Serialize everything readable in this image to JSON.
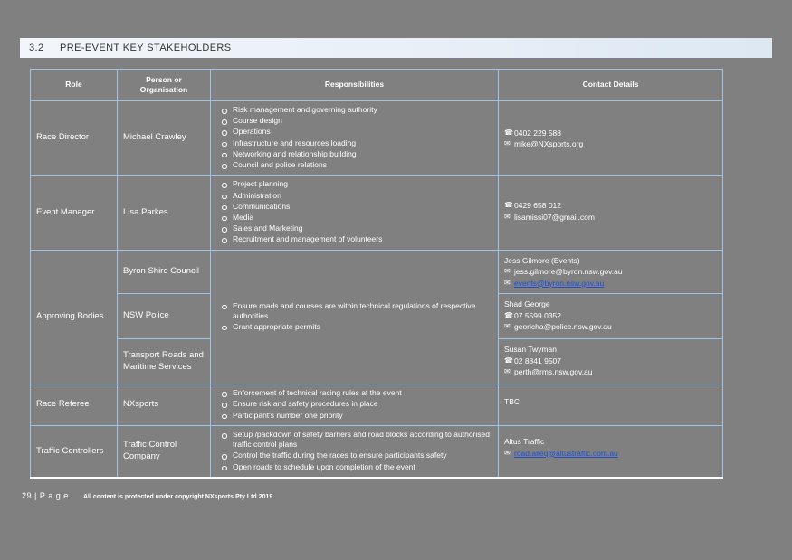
{
  "heading": {
    "number": "3.2",
    "title": "PRE-EVENT KEY STAKEHOLDERS"
  },
  "table": {
    "headers": [
      "Role",
      "Person or Organisation",
      "Responsibilities",
      "Contact Details"
    ],
    "rows": [
      {
        "role": "Race Director",
        "person": "Michael Crawley",
        "responsibilities": [
          "Risk management and governing authority",
          "Course design",
          "Operations",
          "Infrastructure and resources loading",
          "Networking and relationship building",
          "Council and police relations"
        ],
        "contact": {
          "name": "",
          "phone": "0402 229 588",
          "email": "mike@NXsports.org"
        }
      },
      {
        "role": "Event Manager",
        "person": "Lisa Parkes",
        "responsibilities": [
          "Project planning",
          "Administration",
          "Communications",
          "Media",
          "Sales and Marketing",
          "Recruitment and management of volunteers"
        ],
        "contact": {
          "name": "",
          "phone": "0429 658 012",
          "email": "lisamissi07@gmail.com"
        }
      },
      {
        "role": "Approving Bodies",
        "responsibilities": [
          "Ensure roads and courses are within technical regulations of respective authorities",
          "Grant appropriate permits"
        ],
        "subrows": [
          {
            "person": "Byron Shire Council",
            "contact": {
              "name": "Jess Gilmore (Events)",
              "email": "jess.gilmore@byron.nsw.gov.au",
              "email2": "events@byron.nsw.gov.au"
            }
          },
          {
            "person": "NSW Police",
            "contact": {
              "name": "Shad George",
              "phone": "07 5599 0352",
              "email": "georicha@police.nsw.gov.au"
            }
          },
          {
            "person": "Transport Roads and Maritime Services",
            "contact": {
              "name": "Susan Twyman",
              "phone": "02 8841 9507",
              "email": "perth@rms.nsw.gov.au"
            }
          }
        ]
      },
      {
        "role": "Race Referee",
        "person": "NXsports",
        "responsibilities": [
          "Enforcement of technical racing rules at the event",
          "Ensure risk and safety procedures in place",
          "Participant's number one priority"
        ],
        "contact": {
          "name": "TBC"
        }
      },
      {
        "role": "Traffic Controllers",
        "person": "Traffic Control Company",
        "responsibilities": [
          "Setup /packdown of safety barriers and road blocks according to authorised traffic control plans",
          "Control the traffic during the races to ensure participants safety",
          "Open roads to schedule upon completion of the event"
        ],
        "contact": {
          "name": "Altus Traffic",
          "email": "road.alleq@altustraffic.com.au"
        }
      }
    ]
  },
  "footer": {
    "page": "29 | P a g e",
    "copyright": "All content is protected under copyright NXsports Pty Ltd 2019"
  },
  "icons": {
    "phone": "☎",
    "email": "✉"
  },
  "colors": {
    "page_background": "#808080",
    "header_blue": "#5b9bd5",
    "border_blue": "#9dc3e6",
    "accent_cyan": "#2ec8f0",
    "link": "#1e4fd8",
    "text": "#ffffff"
  }
}
